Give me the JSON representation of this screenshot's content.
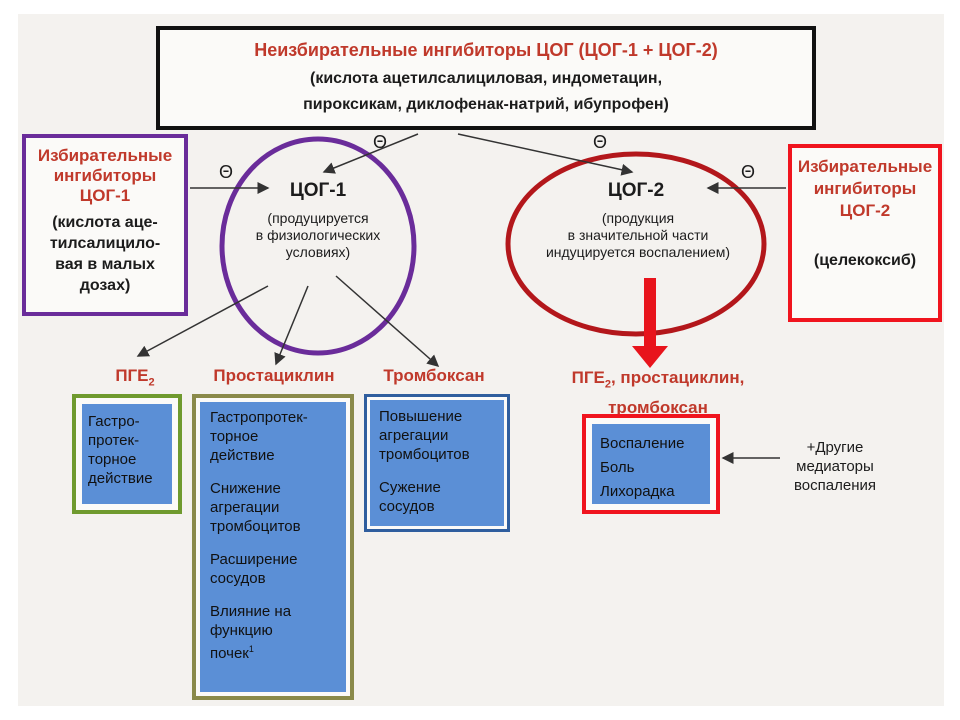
{
  "top_box": {
    "title": "Неизбирательные ингибиторы ЦОГ (ЦОГ-1 + ЦОГ-2)",
    "line1": "(кислота ацетилсалициловая, индометацин,",
    "line2": "пироксикам, диклофенак-натрий, ибупрофен)"
  },
  "left_inhibitor": {
    "title_lines": [
      "Избирательные",
      "ингибиторы",
      "ЦОГ-1"
    ],
    "detail_lines": [
      "(кислота аце-",
      "тилсалицило-",
      "вая в малых",
      "дозах)"
    ]
  },
  "right_inhibitor": {
    "title_lines": [
      "Избирательные",
      "ингибиторы",
      "ЦОГ-2"
    ],
    "detail": "(целекоксиб)"
  },
  "cox1": {
    "name": "ЦОГ-1",
    "detail_lines": [
      "(продуцируется",
      "в физиологических",
      "условиях)"
    ]
  },
  "cox2": {
    "name": "ЦОГ-2",
    "detail_lines": [
      "(продукция",
      "в значительной части",
      "индуцируется воспалением)"
    ]
  },
  "inhibit_symbol": "Θ",
  "products": {
    "pge2": {
      "label": "ПГЕ",
      "sub": "2"
    },
    "prostacyclin": {
      "label": "Простациклин"
    },
    "thromboxane": {
      "label": "Тромбоксан"
    },
    "cox2_products": {
      "line1_pre": "ПГЕ",
      "line1_sub": "2",
      "line1_post": ", простациклин,",
      "line2": "тромбоксан"
    }
  },
  "effects": {
    "pge2": [
      "Гастро-",
      "протек-",
      "торное",
      "действие"
    ],
    "prostacyclin": [
      [
        "Гастропротек-",
        "торное",
        "действие"
      ],
      [
        "Снижение",
        "агрегации",
        "тромбоцитов"
      ],
      [
        "Расширение",
        "сосудов"
      ],
      [
        "Влияние на",
        "функцию",
        "почек"
      ]
    ],
    "prostacyclin_footnote": "1",
    "thromboxane": [
      [
        "Повышение",
        "агрегации",
        "тромбоцитов"
      ],
      [
        "Сужение",
        "сосудов"
      ]
    ],
    "inflammation": [
      "Воспаление",
      "Боль",
      "Лихорадка"
    ]
  },
  "other_mediators": [
    "+Другие",
    "медиаторы",
    "воспаления"
  ],
  "colors": {
    "purple": "#6a2c9a",
    "dark_red": "#b3171b",
    "bright_red": "#f0141e",
    "blue_fill": "#5b8fd6",
    "green": "#6f9a2e",
    "olive": "#8a8a4a",
    "title_red": "#c0392b"
  }
}
